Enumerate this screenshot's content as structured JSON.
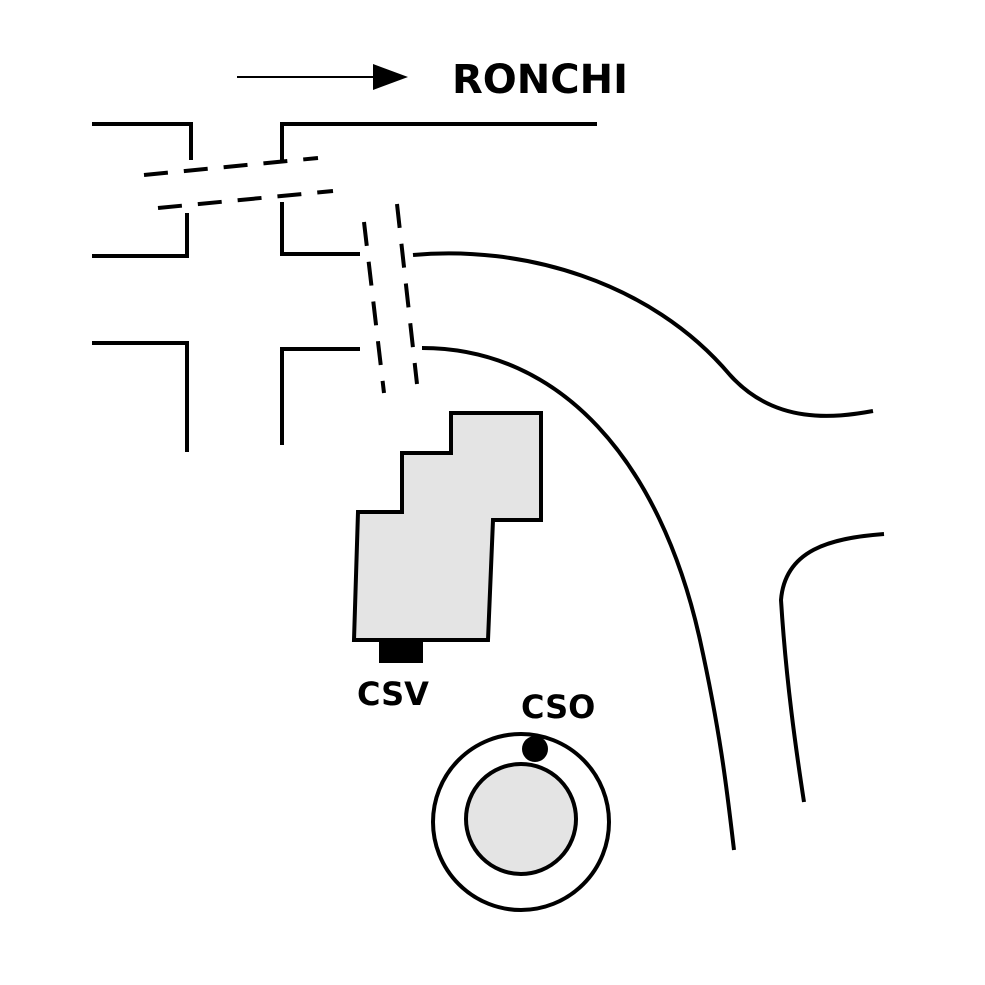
{
  "direction_label": "RONCHI",
  "markers": {
    "csv": "CSV",
    "cso": "CSO"
  },
  "colors": {
    "ink": "#000000",
    "building_fill": "#e4e4e4",
    "background": "#ffffff"
  },
  "icons": {
    "direction": "arrow-right-icon",
    "cso_point": "filled-dot-icon",
    "csv_point": "filled-rectangle-icon"
  }
}
